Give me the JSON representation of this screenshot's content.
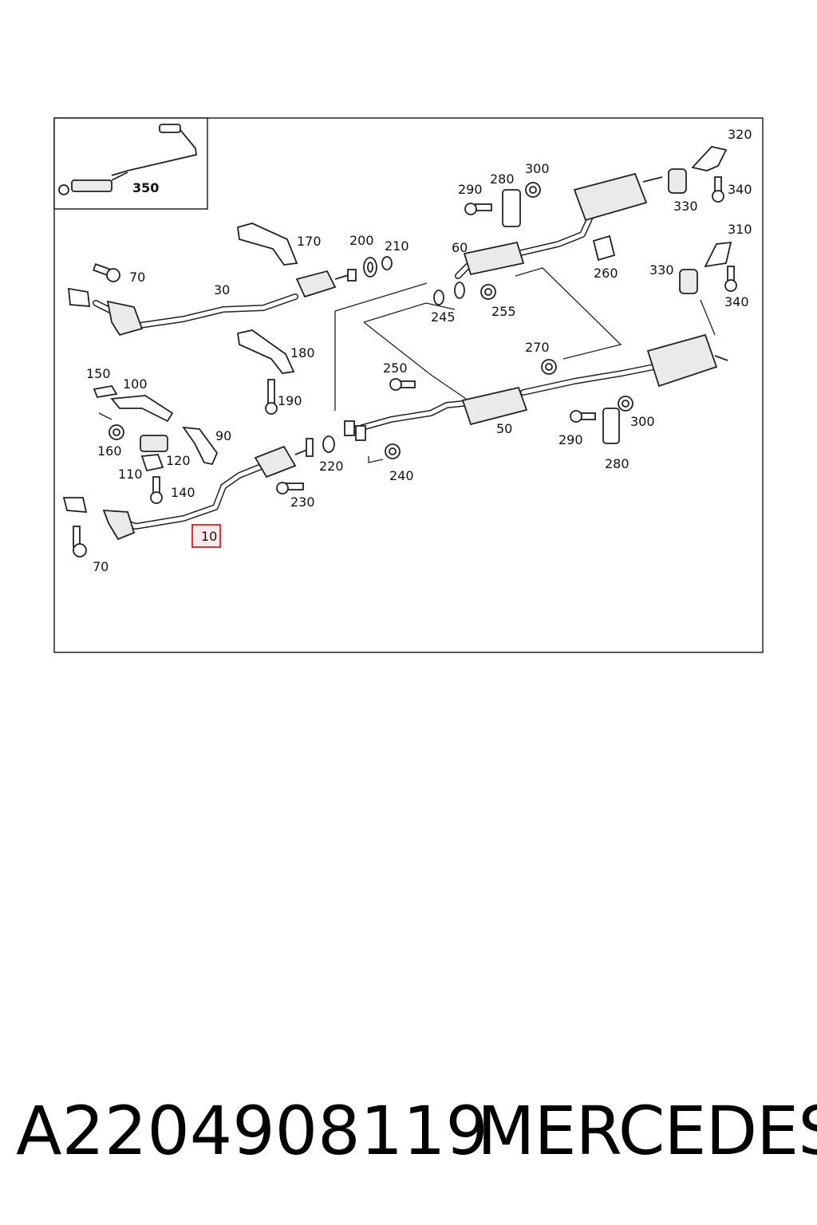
{
  "labels": {
    "l350": "350",
    "l320": "320",
    "l300a": "300",
    "l280a": "280",
    "l290a": "290",
    "l340a": "340",
    "l330a": "330",
    "l310": "310",
    "l330b": "330",
    "l340b": "340",
    "l260": "260",
    "l60": "60",
    "l255": "255",
    "l245": "245",
    "l200": "200",
    "l210": "210",
    "l170": "170",
    "l70a": "70",
    "l30": "30",
    "l180": "180",
    "l190": "190",
    "l150": "150",
    "l100": "100",
    "l160": "160",
    "l90": "90",
    "l120": "120",
    "l110": "110",
    "l140": "140",
    "l10": "10",
    "l70b": "70",
    "l230": "230",
    "l220": "220",
    "l240": "240",
    "l250": "250",
    "l50": "50",
    "l270": "270",
    "l290b": "290",
    "l300b": "300",
    "l280b": "280"
  },
  "highlighted_part": "10",
  "caption": {
    "part_number": "A2204908119",
    "brand": "MERCEDES"
  },
  "colors": {
    "highlight": "#e0303a"
  }
}
